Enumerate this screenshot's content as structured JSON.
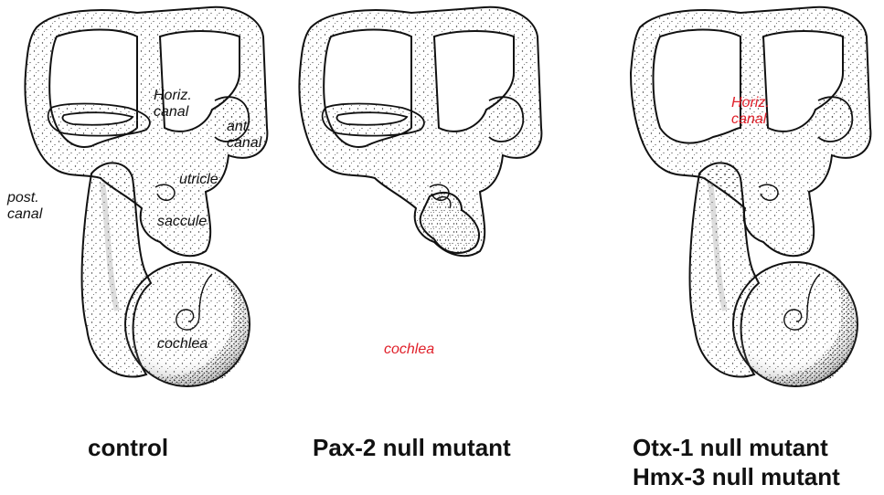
{
  "labels": {
    "control": {
      "horiz_canal": "Horiz.\ncanal",
      "ant_canal": "ant.\ncanal",
      "post_canal": "post.\ncanal",
      "utricle": "utricle",
      "saccule": "saccule",
      "cochlea": "cochlea"
    },
    "pax2": {
      "cochlea": "cochlea"
    },
    "otx1": {
      "horiz_canal": "Horiz.\ncanal"
    }
  },
  "captions": {
    "control": "control",
    "pax2": "Pax-2 null mutant",
    "otx1_line1": "Otx-1 null mutant",
    "otx1_line2": "Hmx-3 null mutant"
  },
  "colors": {
    "ink": "#111111",
    "highlight_red": "#e0202a"
  }
}
